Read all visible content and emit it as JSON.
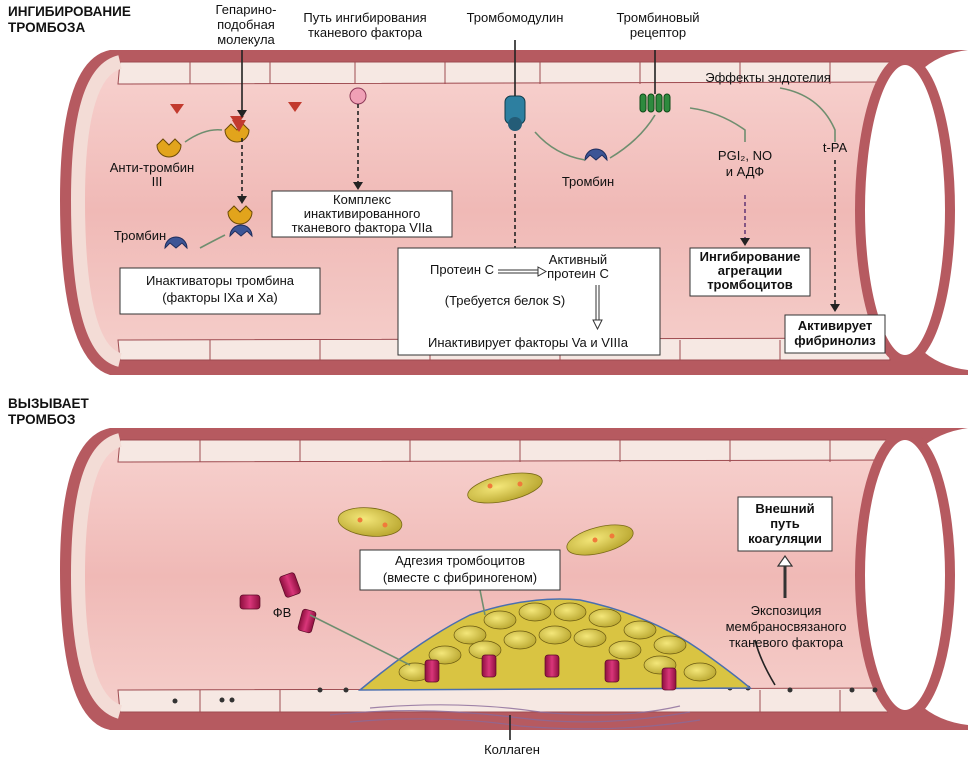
{
  "sections": {
    "top": {
      "title_line1": "ИНГИБИРОВАНИЕ",
      "title_line2": "ТРОМБОЗА"
    },
    "bottom": {
      "title_line1": "ВЫЗЫВАЕТ",
      "title_line2": "ТРОМБОЗ"
    }
  },
  "top_labels": {
    "heparin": [
      "Гепарино-",
      "подобная",
      "молекула"
    ],
    "tf_pathway": [
      "Путь ингибирования",
      "тканевого фактора"
    ],
    "thrombomodulin": "Тромбомодулин",
    "thrombin_receptor": [
      "Тромбиновый",
      "рецептор"
    ],
    "endothelium_effects": "Эффекты эндотелия",
    "antithrombin": [
      "Анти-тромбин",
      "III"
    ],
    "thrombin_left": "Тромбин",
    "thrombin_mid": "Тромбин",
    "pgi": [
      "PGI₂, NO",
      "и АДФ"
    ],
    "tpa": "t-PA",
    "complex_box": [
      "Комплекс",
      "инактивированного",
      "тканевого фактора VIIa"
    ],
    "inactivators_box": [
      "Инактиваторы тромбина",
      "(факторы  IXa и Xa)"
    ],
    "protein_c": "Протеин С",
    "active_protein_c": [
      "Активный",
      "протеин С"
    ],
    "protein_s": "(Требуется белок S)",
    "inactivates": "Инактивирует факторы Va и VIIIa",
    "aggregation_box": [
      "Ингибирование",
      "агрегации",
      "тромбоцитов"
    ],
    "fibrinolysis_box": [
      "Активирует",
      "фибринолиз"
    ]
  },
  "bottom_labels": {
    "adhesion_box": [
      "Адгезия тромбоцитов",
      "(вместе с фибриногеном)"
    ],
    "vwf": "ФВ",
    "external_box": [
      "Внешний",
      "путь",
      "коагуляции"
    ],
    "exposure": [
      "Экспозиция",
      "мембраносвязаного",
      "тканевого фактора"
    ],
    "collagen": "Коллаген"
  },
  "colors": {
    "vessel_lumen": "#f2c4c4",
    "vessel_wall": "#b9585e",
    "endothelium": "#f6e6e2",
    "platelet": "#e4d34a",
    "vwf": "#c2185b"
  }
}
